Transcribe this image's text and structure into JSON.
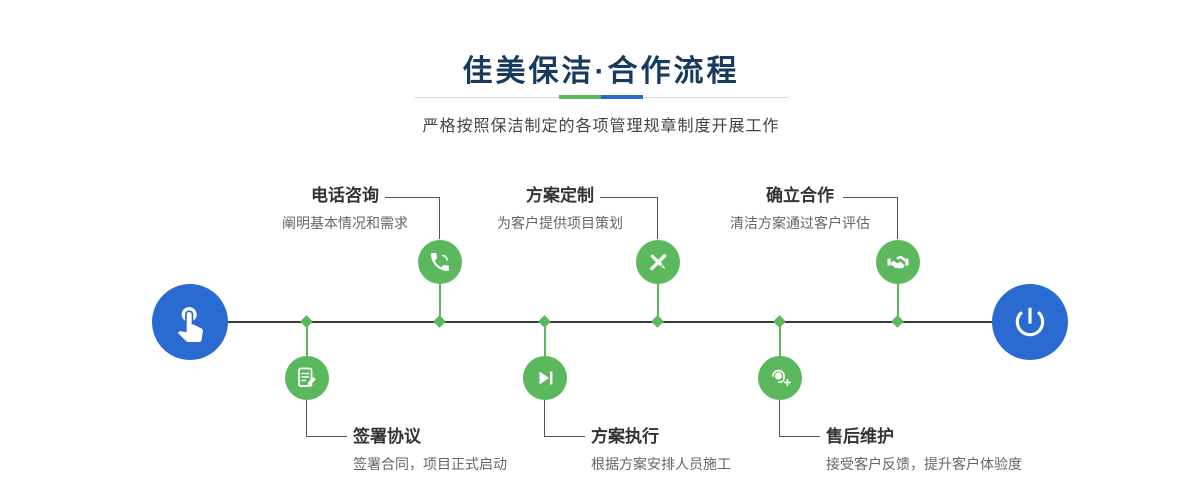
{
  "header": {
    "title": "佳美保洁·合作流程",
    "subtitle": "严格按照保洁制定的各项管理规章制度开展工作"
  },
  "timeline": {
    "start_icon": "pointing-hand-icon",
    "end_icon": "power-icon"
  },
  "steps": {
    "top": [
      {
        "label": "电话咨询",
        "desc": "阐明基本情况和需求",
        "icon": "phone-call-icon"
      },
      {
        "label": "方案定制",
        "desc": "为客户提供项目策划",
        "icon": "design-tools-icon"
      },
      {
        "label": "确立合作",
        "desc": "清洁方案通过客户评估",
        "icon": "handshake-icon"
      }
    ],
    "bottom": [
      {
        "label": "签署协议",
        "desc": "签署合同，项目正式启动",
        "icon": "contract-icon"
      },
      {
        "label": "方案执行",
        "desc": "根据方案安排人员施工",
        "icon": "play-icon"
      },
      {
        "label": "售后维护",
        "desc": "接受客户反馈，提升客户体验度",
        "icon": "customer-service-icon"
      }
    ]
  },
  "colors": {
    "accent_green": "#5cb85c",
    "accent_blue": "#2a6bd2",
    "title_navy": "#173a5e",
    "line_dark": "#3a3a3a"
  }
}
